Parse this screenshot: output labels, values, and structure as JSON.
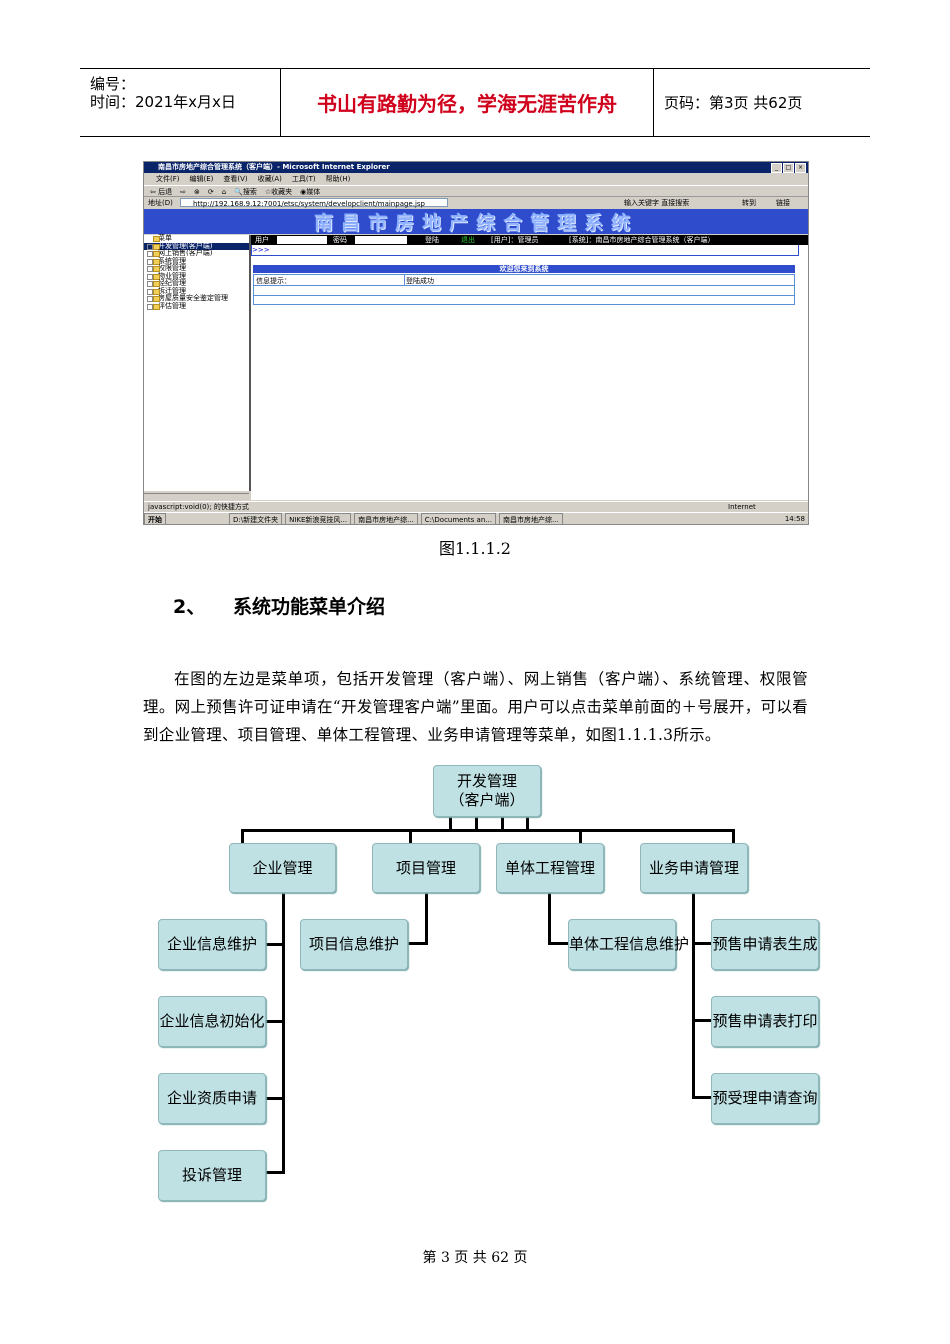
{
  "header": {
    "number_label": "编号：",
    "time_label": "时间：2021年x月x日",
    "motto": "书山有路勤为径，学海无涯苦作舟",
    "page_info": "页码：第3页  共62页"
  },
  "screenshot": {
    "window_title": "南昌市房地产综合管理系统（客户端）- Microsoft Internet Explorer",
    "menu": [
      "文件(F)",
      "编辑(E)",
      "查看(V)",
      "收藏(A)",
      "工具(T)",
      "帮助(H)"
    ],
    "toolbar": [
      "后退",
      "搜索",
      "收藏夹",
      "媒体"
    ],
    "address_label": "地址(D)",
    "address": "http://192.168.9.12:7001/etsc/system/developclient/mainpage.jsp",
    "search_hint": "输入关键字  直接搜索",
    "go_label": "转到",
    "links_label": "链接",
    "banner": "南昌市房地产综合管理系统",
    "tree_root": "菜单",
    "tree_items": [
      "开发管理(客户端)",
      "网上销售(客户端)",
      "系统管理",
      "权限管理",
      "物业管理",
      "经纪管理",
      "拆迁管理",
      "房屋质量安全鉴定管理",
      "评估管理"
    ],
    "user_label": "用户",
    "password_label": "密码",
    "login": "登陆",
    "logout": "退出",
    "user_info": "[用户]：管理员",
    "system_info": "[系统]：南昌市房地产综合管理系统（客户端）",
    "nav_arrows": ">>>",
    "welcome": "欢迎您来到系统",
    "info_label": "信息提示：",
    "info_value": "登陆成功",
    "status_text": "javascript:void(0); 的快捷方式",
    "status_zone": "Internet",
    "taskbar_items": [
      "开始",
      "D:\\新建文件夹",
      "NIKE新浪竞技风...",
      "南昌市房地产综...",
      "C:\\Documents an...",
      "南昌市房地产综..."
    ],
    "clock": "14:58"
  },
  "figure_caption": "图1.1.1.2",
  "section": {
    "number": "2、",
    "title": "系统功能菜单介绍"
  },
  "paragraph": "在图的左边是菜单项，包括开发管理（客户端）、网上销售（客户端）、系统管理、权限管理。网上预售许可证申请在“开发管理客户端”里面。用户可以点击菜单前面的＋号展开，可以看到企业管理、项目管理、单体工程管理、业务申请管理等菜单，如图1.1.1.3所示。",
  "diagram": {
    "root": "开发管理\n（客户端）",
    "level1": [
      "企业管理",
      "项目管理",
      "单体工程管理",
      "业务申请管理"
    ],
    "enterprise_children": [
      "企业信息维护",
      "企业信息初始化",
      "企业资质申请",
      "投诉管理"
    ],
    "project_children": [
      "项目信息维护"
    ],
    "unit_children": [
      "单体工程信息维护"
    ],
    "business_children": [
      "预售申请表生成",
      "预售申请表打印",
      "预受理申请查询"
    ]
  },
  "footer": "第 3 页 共 62 页"
}
